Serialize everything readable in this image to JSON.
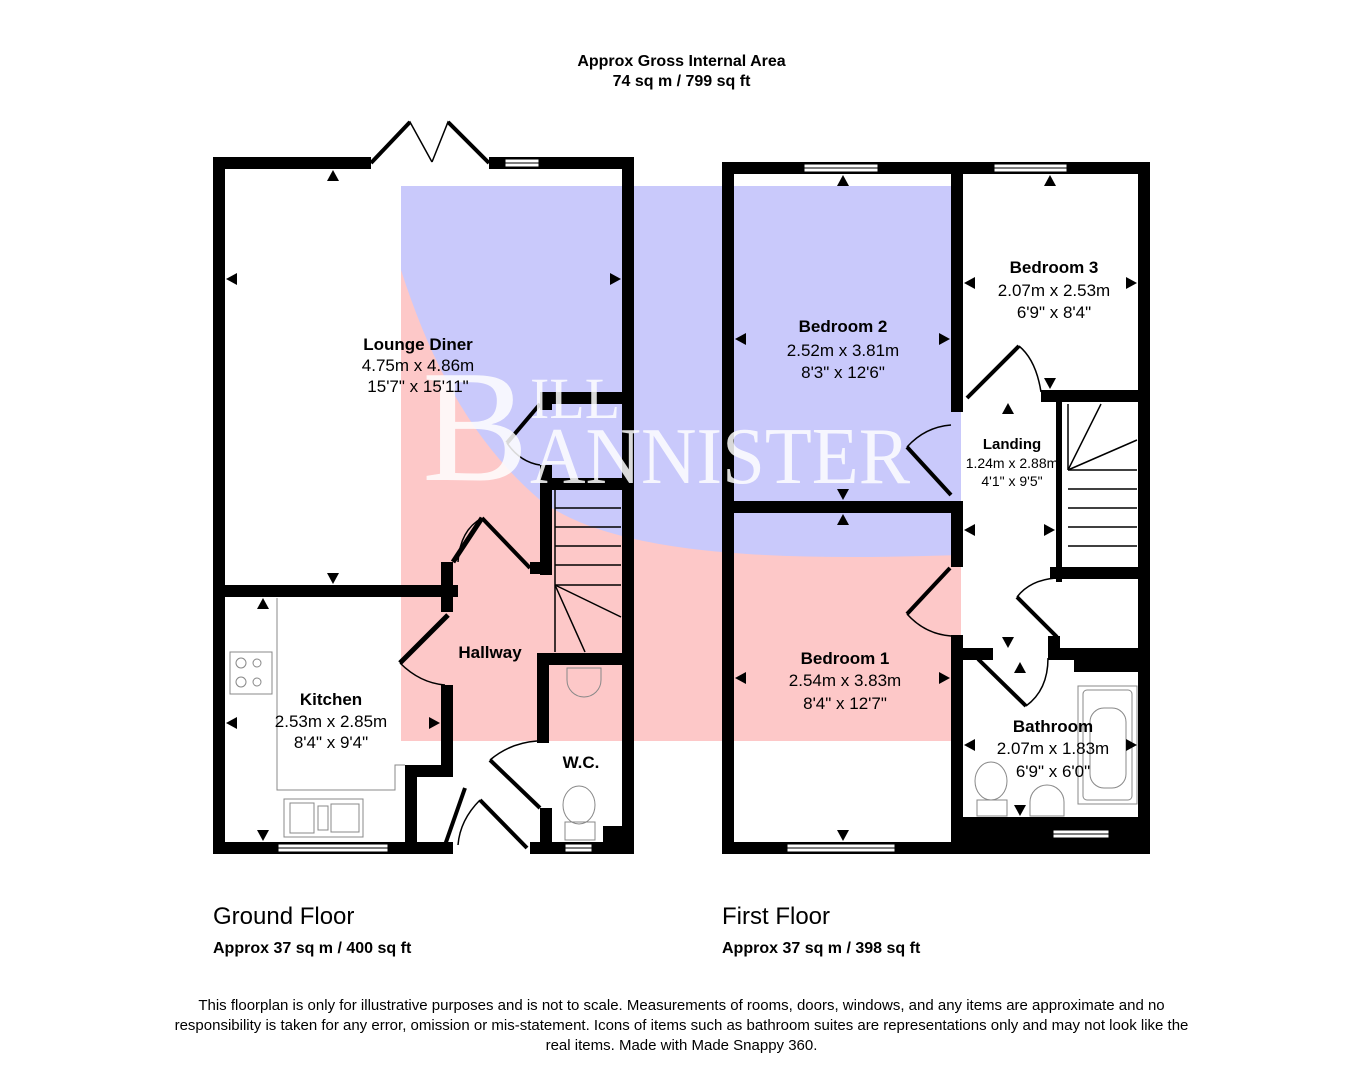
{
  "header": {
    "line1": "Approx Gross Internal Area",
    "line2": "74 sq m / 799 sq ft"
  },
  "watermark": {
    "text_first": "BILL",
    "text_second": "BANNISTER",
    "colors": {
      "blue": "#c9c9fb",
      "red": "#fdc8c8",
      "text": "#ffffff"
    }
  },
  "floors": [
    {
      "title": "Ground Floor",
      "area": "Approx 37 sq m / 400 sq ft",
      "rooms": [
        {
          "name": "Lounge Diner",
          "metric": "4.75m x 4.86m",
          "imperial": "15'7\" x 15'11\""
        },
        {
          "name": "Kitchen",
          "metric": "2.53m x 2.85m",
          "imperial": "8'4\" x 9'4\""
        },
        {
          "name": "Hallway"
        },
        {
          "name": "W.C."
        }
      ]
    },
    {
      "title": "First Floor",
      "area": "Approx 37 sq m / 398 sq ft",
      "rooms": [
        {
          "name": "Bedroom 2",
          "metric": "2.52m x 3.81m",
          "imperial": "8'3\" x 12'6\""
        },
        {
          "name": "Bedroom 3",
          "metric": "2.07m x 2.53m",
          "imperial": "6'9\" x 8'4\""
        },
        {
          "name": "Landing",
          "metric": "1.24m x 2.88m",
          "imperial": "4'1\" x 9'5\""
        },
        {
          "name": "Bedroom 1",
          "metric": "2.54m x 3.83m",
          "imperial": "8'4\" x 12'7\""
        },
        {
          "name": "Bathroom",
          "metric": "2.07m x 1.83m",
          "imperial": "6'9\" x 6'0\""
        }
      ]
    }
  ],
  "disclaimer": "This floorplan is only for illustrative purposes and is not to scale. Measurements of rooms, doors, windows, and any items are approximate and no responsibility is taken for any error, omission or mis-statement. Icons of items such as bathroom suites are representations only and may not look like the real items. Made with Made Snappy 360."
}
